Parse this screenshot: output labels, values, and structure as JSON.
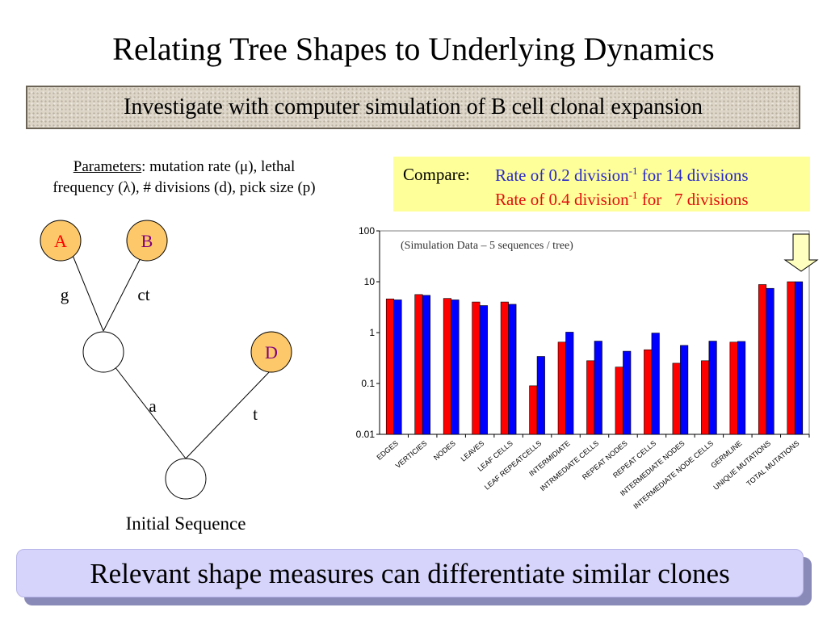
{
  "title": "Relating Tree Shapes to Underlying Dynamics",
  "banner": "Investigate with computer simulation of B cell clonal expansion",
  "parameters": {
    "label": "Parameters",
    "line1_rest": ": mutation rate (μ), lethal",
    "line2": "frequency (λ), # divisions (d), pick size (p)"
  },
  "compare": {
    "label": "Compare:",
    "line1_pre": "Rate of 0.2 division",
    "line1_sup": "-1",
    "line1_post": " for 14 divisions",
    "line2_pre": "Rate of 0.4 division",
    "line2_sup": "-1",
    "line2_post": " for   7 divisions",
    "color_line1": "#2a2ac8",
    "color_line2": "#e01010"
  },
  "tree": {
    "nodes": {
      "a": "A",
      "b": "B",
      "d": "D"
    },
    "edges": {
      "g": "g",
      "ct": "ct",
      "a": "a",
      "t": "t"
    },
    "root_label": "Initial Sequence",
    "leaf_fill": "#fdc86a",
    "label_color_a": "#ff0000",
    "label_color_bd": "#800080"
  },
  "chart_data": {
    "type": "bar",
    "yscale": "log",
    "ylim": [
      0.01,
      100
    ],
    "yticks": [
      "100",
      "10",
      "1",
      "0.1",
      "0.01"
    ],
    "annotation": "(Simulation Data – 5 sequences / tree)",
    "categories": [
      "EDGES",
      "VERTICIES",
      "NODES",
      "LEAVES",
      "LEAF CELLS",
      "LEAF REPEATCELLS",
      "INTERMIDIATE",
      "INTRMEDIATE CELLS",
      "REPEAT NODES",
      "REPEAT CELLS",
      "INTERMEDIATE NODES",
      "INTERMEDIATE NODE CELLS",
      "GERMLINE",
      "UNIQUE MUTATIONS",
      "TOTAL MUTATIONS"
    ],
    "series": [
      {
        "color": "#ff0000",
        "values": [
          4.6,
          5.6,
          4.7,
          4.0,
          4.0,
          0.09,
          0.65,
          0.28,
          0.21,
          0.46,
          0.25,
          0.28,
          0.65,
          8.8,
          10.0
        ]
      },
      {
        "color": "#0000ff",
        "values": [
          4.4,
          5.4,
          4.4,
          3.4,
          3.6,
          0.34,
          1.02,
          0.68,
          0.43,
          0.98,
          0.56,
          0.68,
          0.67,
          7.4,
          10.0
        ]
      }
    ],
    "arrow_color": "#ffffc0"
  },
  "footer": "Relevant shape measures can differentiate similar clones"
}
